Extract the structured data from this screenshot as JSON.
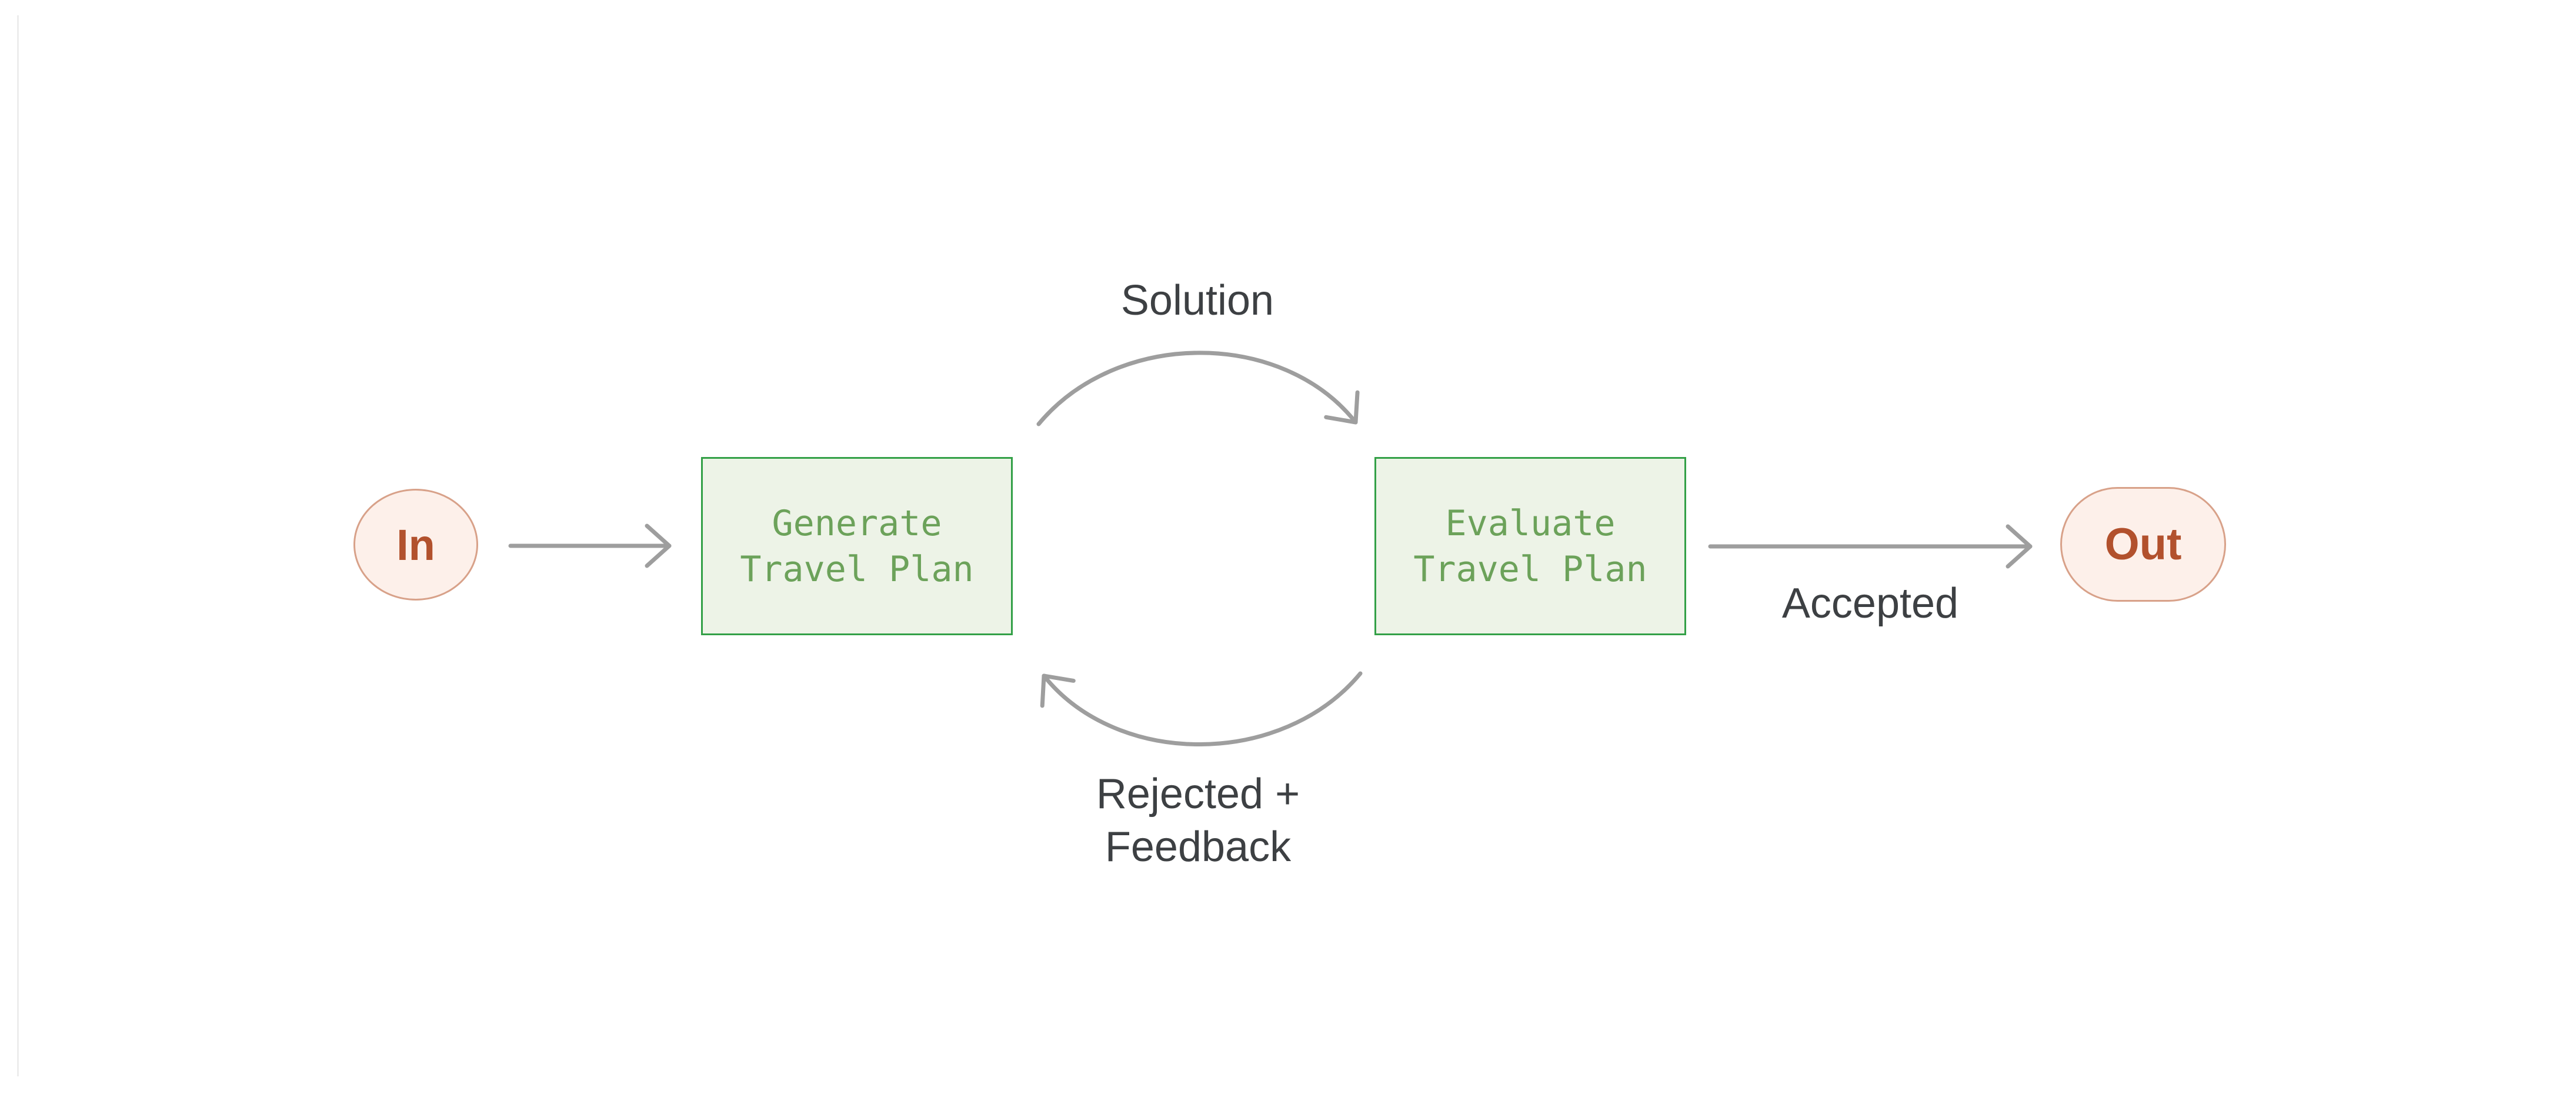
{
  "diagram": {
    "nodes": {
      "in": {
        "label": "In"
      },
      "generate": {
        "label_line1": "Generate",
        "label_line2": "Travel Plan"
      },
      "evaluate": {
        "label_line1": "Evaluate",
        "label_line2": "Travel Plan"
      },
      "out": {
        "label": "Out"
      }
    },
    "edges": {
      "generate_to_evaluate": {
        "label": "Solution"
      },
      "evaluate_to_generate": {
        "label_line1": "Rejected +",
        "label_line2": "Feedback"
      },
      "evaluate_to_out": {
        "label": "Accepted"
      }
    }
  },
  "colors": {
    "background": "#ffffff",
    "panel_edge": "#ededed",
    "process_fill": "#edf3e7",
    "process_border": "#33a047",
    "process_text": "#6ca25a",
    "terminal_fill": "#fdf0ea",
    "terminal_border": "#d8a189",
    "terminal_text": "#b2512d",
    "arrow_color": "#9e9e9e",
    "edge_label_color": "#3d4043"
  }
}
